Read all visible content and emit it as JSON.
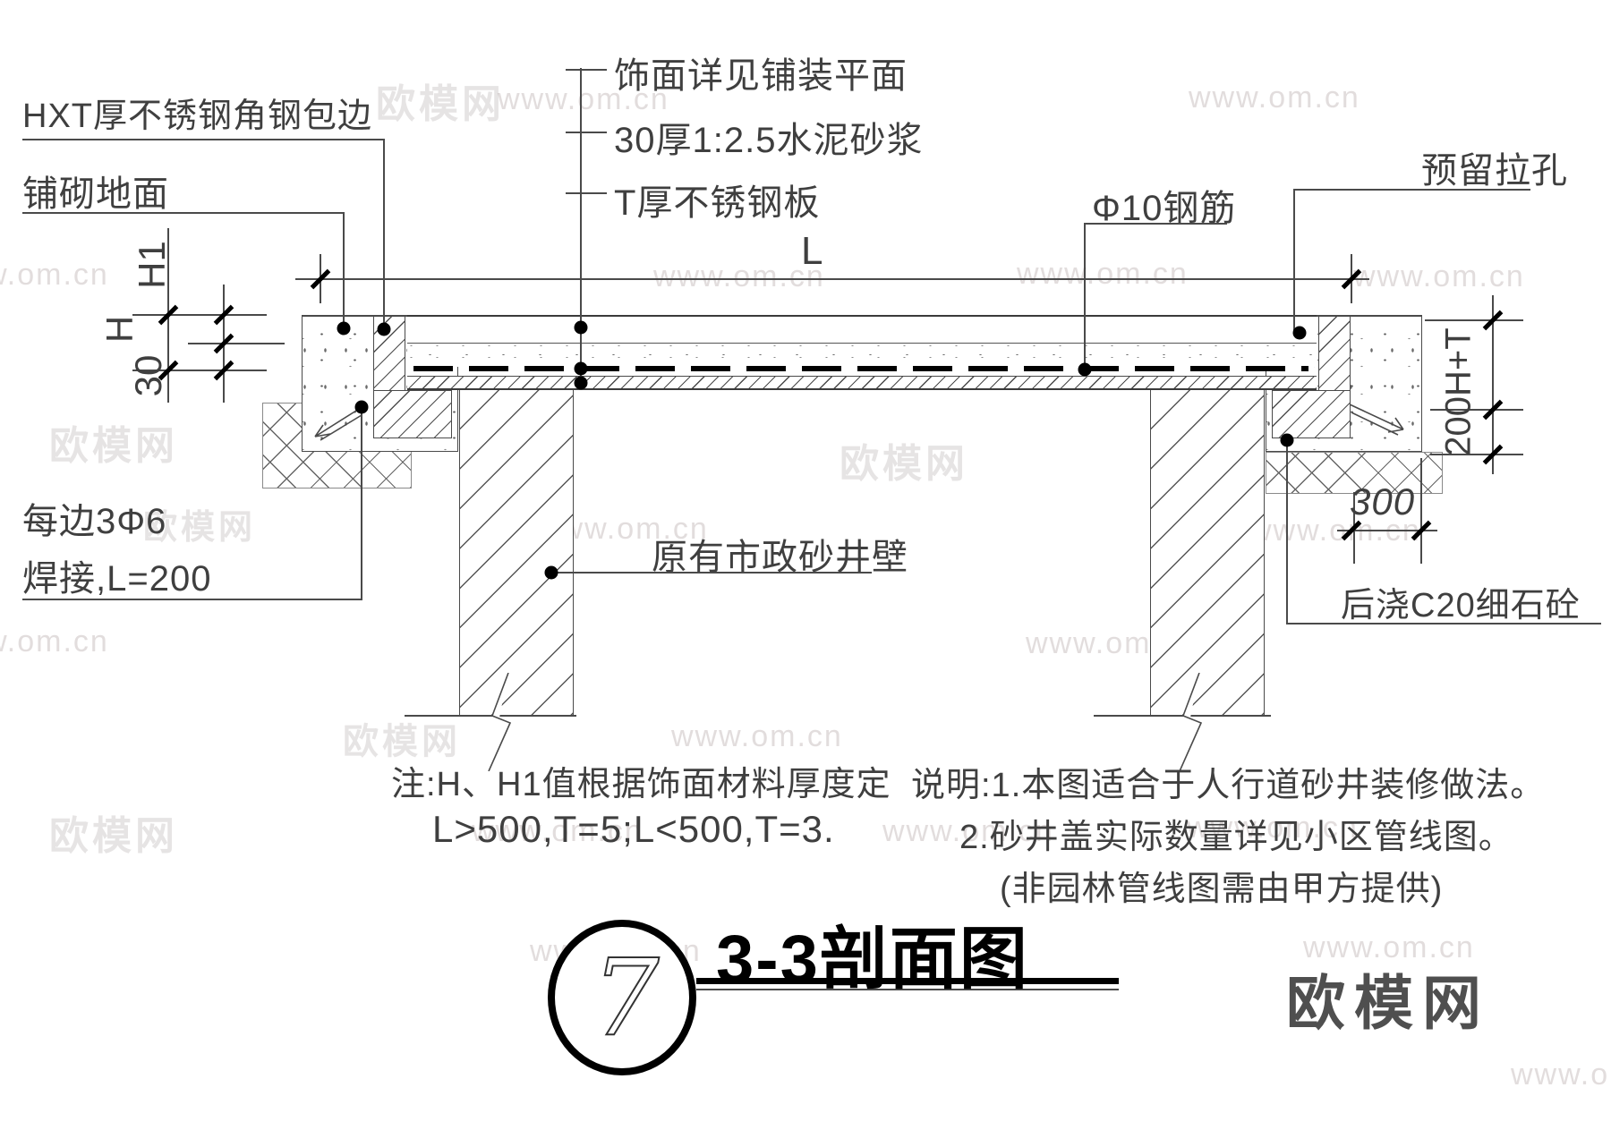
{
  "title_block": {
    "title": "3-3剖面图",
    "detail_number": "7"
  },
  "callouts": {
    "angle_edge": "HXT厚不锈钢角钢包边",
    "paving": "铺砌地面",
    "finish": "饰面详见铺装平面",
    "mortar": "30厚1:2.5水泥砂浆",
    "steel_plate": "T厚不锈钢板",
    "rebar": "Φ10钢筋",
    "reserved_hole": "预留拉孔",
    "well_wall": "原有市政砂井壁",
    "weld_line1": "每边3Φ6",
    "weld_line2": "焊接,L=200",
    "post_cast": "后浇C20细石砼"
  },
  "dimensions": {
    "span": "L",
    "h1": "H1",
    "h": "H",
    "thirty": "30",
    "right_height": "200H+T",
    "footing_width": "300"
  },
  "notes_left": {
    "line1": "注:H、H1值根据饰面材料厚度定",
    "line2": "L>500,T=5;L<500,T=3."
  },
  "notes_right": {
    "line1": "说明:1.本图适合于人行道砂井装修做法。",
    "line2": "2.砂井盖实际数量详见小区管线图。",
    "line3": "(非园林管线图需由甲方提供)"
  },
  "watermark": {
    "url": "www.om.cn",
    "brand": "欧模网"
  },
  "logo": {
    "brand": "欧模网"
  },
  "colors": {
    "line": "#4a4a4a",
    "annotation": "#3f3f3f",
    "heavy": "#000000",
    "watermark": "#d8d2d2",
    "logo": "#4f4f4f"
  }
}
